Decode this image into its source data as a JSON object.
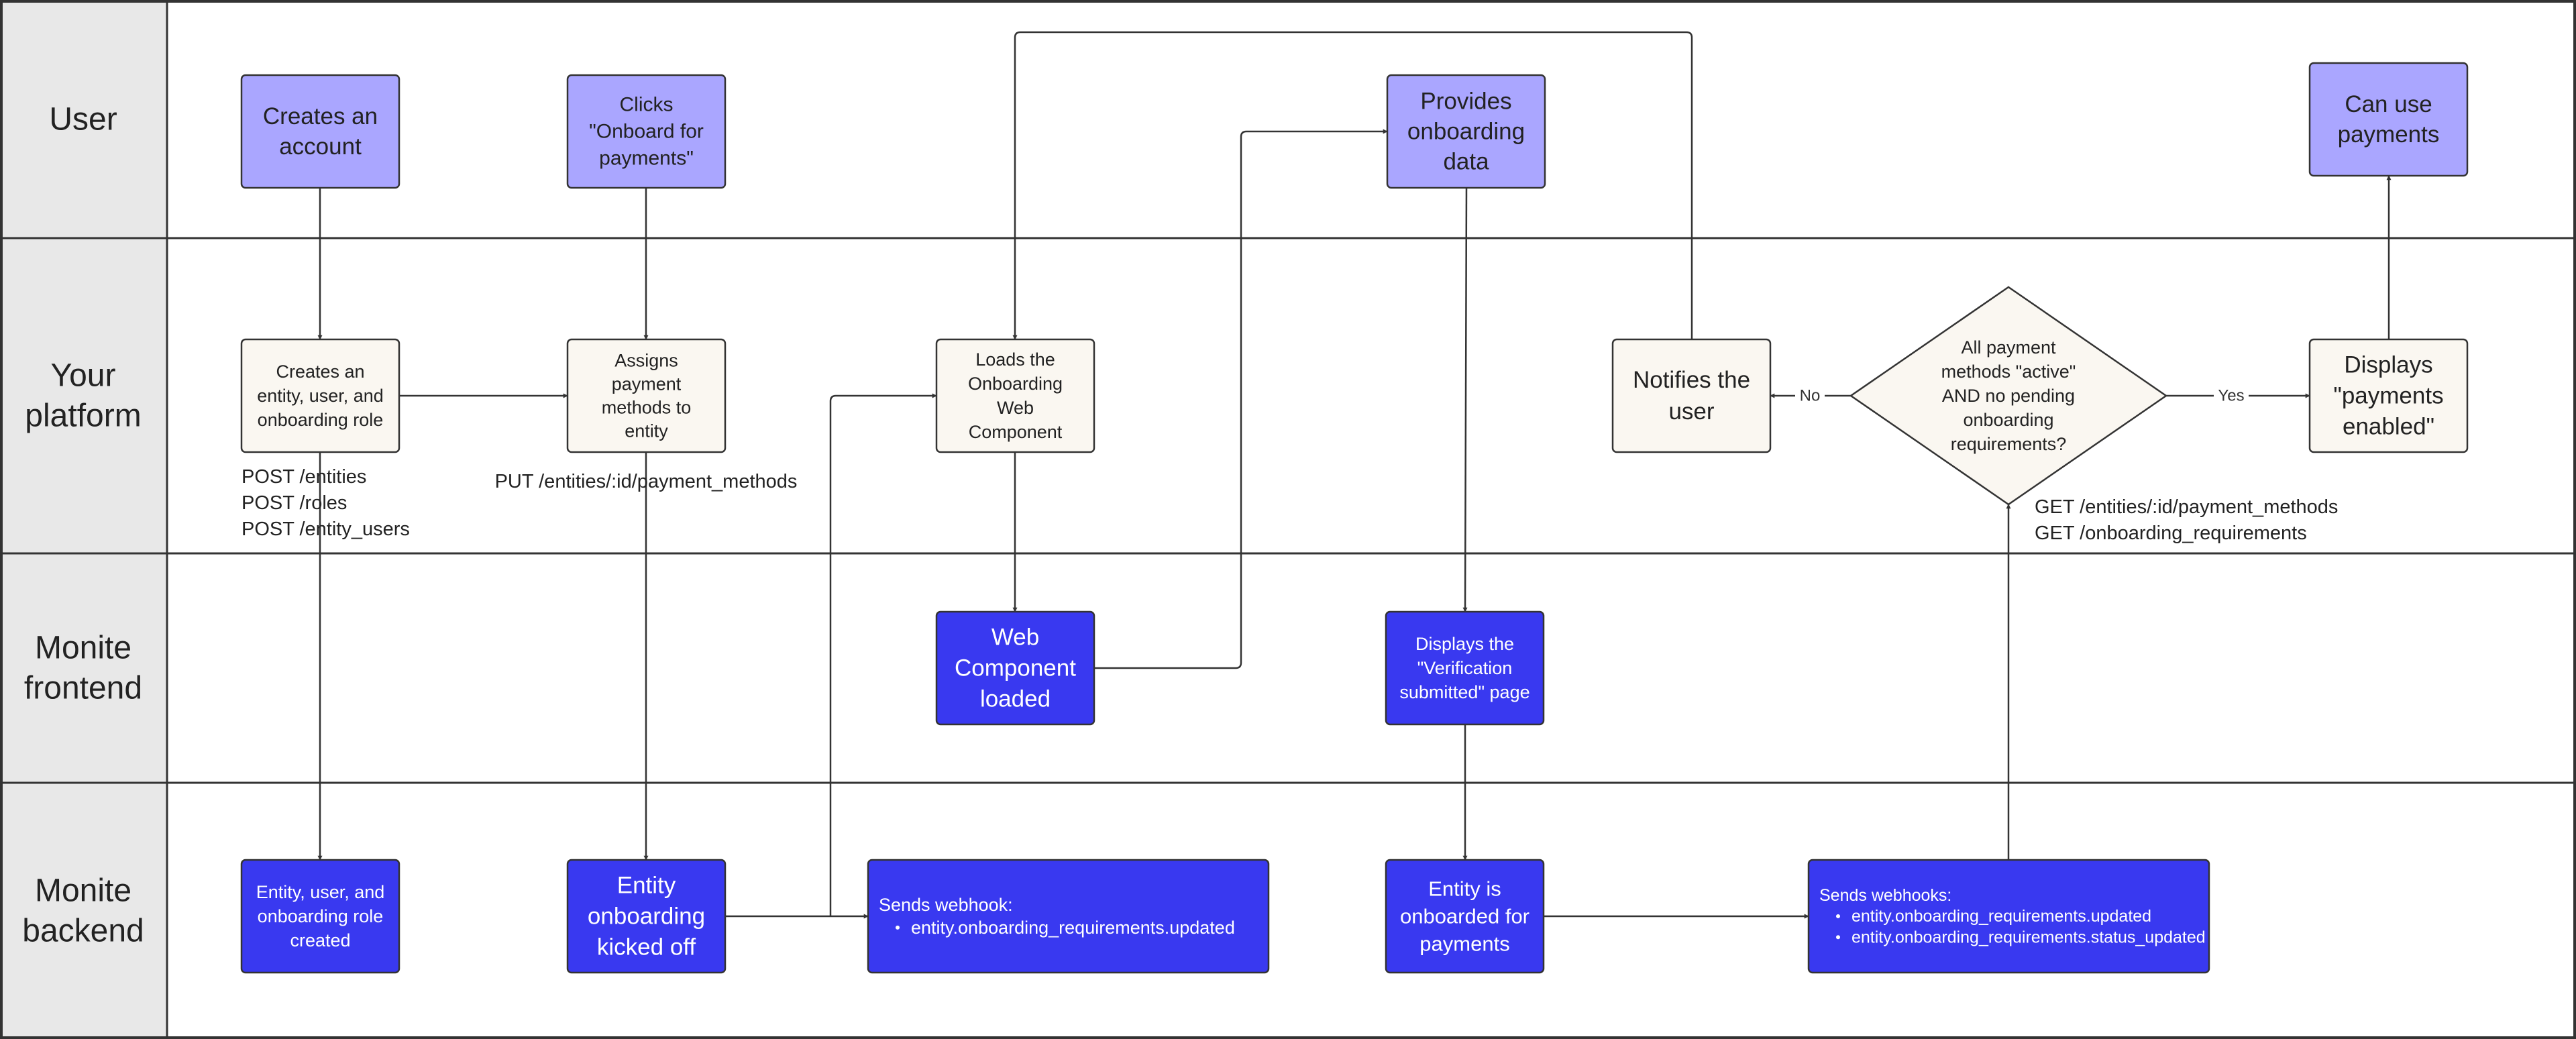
{
  "lanes": [
    {
      "id": "user",
      "label_lines": [
        "User"
      ]
    },
    {
      "id": "platform",
      "label_lines": [
        "Your",
        "platform"
      ]
    },
    {
      "id": "frontend",
      "label_lines": [
        "Monite",
        "frontend"
      ]
    },
    {
      "id": "backend",
      "label_lines": [
        "Monite",
        "backend"
      ]
    }
  ],
  "nodes": {
    "create_account": {
      "lines": [
        "Creates an",
        "account"
      ],
      "style": "user"
    },
    "click_onboard": {
      "lines": [
        "Clicks",
        "\"Onboard for",
        "payments\""
      ],
      "style": "user"
    },
    "provides_data": {
      "lines": [
        "Provides",
        "onboarding",
        "data"
      ],
      "style": "user"
    },
    "can_use": {
      "lines": [
        "Can use",
        "payments"
      ],
      "style": "user"
    },
    "create_entity": {
      "lines": [
        "Creates an",
        "entity, user, and",
        "onboarding role"
      ],
      "style": "platform"
    },
    "assign_methods": {
      "lines": [
        "Assigns",
        "payment",
        "methods to",
        "entity"
      ],
      "style": "platform"
    },
    "load_component": {
      "lines": [
        "Loads the",
        "Onboarding",
        "Web",
        "Component"
      ],
      "style": "platform"
    },
    "notify_user": {
      "lines": [
        "Notifies the",
        "user"
      ],
      "style": "platform"
    },
    "decision": {
      "lines": [
        "All payment",
        "methods \"active\"",
        "AND no pending",
        "onboarding",
        "requirements?"
      ],
      "style": "decision"
    },
    "display_enabled": {
      "lines": [
        "Displays",
        "\"payments",
        "enabled\""
      ],
      "style": "platform"
    },
    "component_loaded": {
      "lines": [
        "Web",
        "Component",
        "loaded"
      ],
      "style": "monite"
    },
    "verification_page": {
      "lines": [
        "Displays the",
        "\"Verification",
        "submitted\" page"
      ],
      "style": "monite"
    },
    "entity_created": {
      "lines": [
        "Entity, user, and",
        "onboarding role",
        "created"
      ],
      "style": "monite"
    },
    "onboarding_kicked": {
      "lines": [
        "Entity",
        "onboarding",
        "kicked off"
      ],
      "style": "monite"
    },
    "webhook_1": {
      "title": "Sends webhook:",
      "bullets": [
        "entity.onboarding_requirements.updated"
      ],
      "style": "monite"
    },
    "entity_onboarded": {
      "lines": [
        "Entity is",
        "onboarded for",
        "payments"
      ],
      "style": "monite"
    },
    "webhooks_2": {
      "title": "Sends webhooks:",
      "bullets": [
        "entity.onboarding_requirements.updated",
        "entity.onboarding_requirements.status_updated"
      ],
      "style": "monite"
    }
  },
  "api_notes": {
    "create_entity": [
      "POST /entities",
      "POST /roles",
      "POST /entity_users"
    ],
    "assign_methods": [
      "PUT /entities/:id/payment_methods"
    ],
    "decision": [
      "GET /entities/:id/payment_methods",
      "GET /onboarding_requirements"
    ]
  },
  "edge_labels": {
    "no": "No",
    "yes": "Yes"
  },
  "colors": {
    "user_fill": "#aaa6ff",
    "platform_fill": "#faf7f1",
    "monite_fill": "#3939f0",
    "lane_header_fill": "#e8e8e8",
    "stroke": "#333333"
  }
}
